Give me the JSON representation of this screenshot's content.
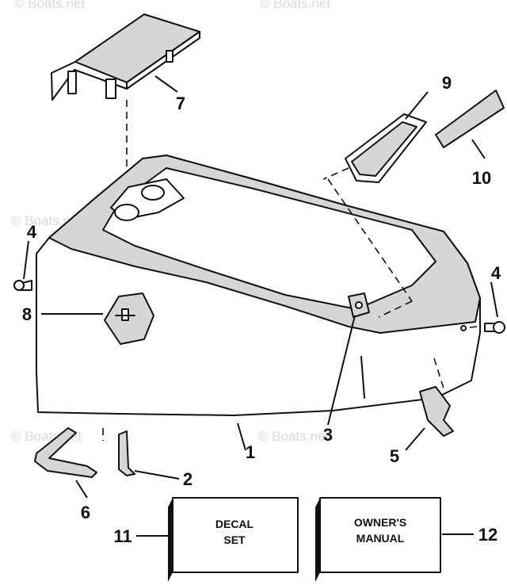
{
  "watermark": "© Boats.net",
  "callouts": [
    {
      "id": "1",
      "label": "1"
    },
    {
      "id": "2",
      "label": "2"
    },
    {
      "id": "3",
      "label": "3"
    },
    {
      "id": "4a",
      "label": "4"
    },
    {
      "id": "4b",
      "label": "4"
    },
    {
      "id": "5",
      "label": "5"
    },
    {
      "id": "6",
      "label": "6"
    },
    {
      "id": "7",
      "label": "7"
    },
    {
      "id": "8",
      "label": "8"
    },
    {
      "id": "9",
      "label": "9"
    },
    {
      "id": "10",
      "label": "10"
    },
    {
      "id": "11",
      "label": "11"
    },
    {
      "id": "12",
      "label": "12"
    }
  ],
  "boxes": {
    "decal": {
      "line1": "DECAL",
      "line2": "SET"
    },
    "manual": {
      "line1": "OWNER'S",
      "line2": "MANUAL"
    }
  }
}
